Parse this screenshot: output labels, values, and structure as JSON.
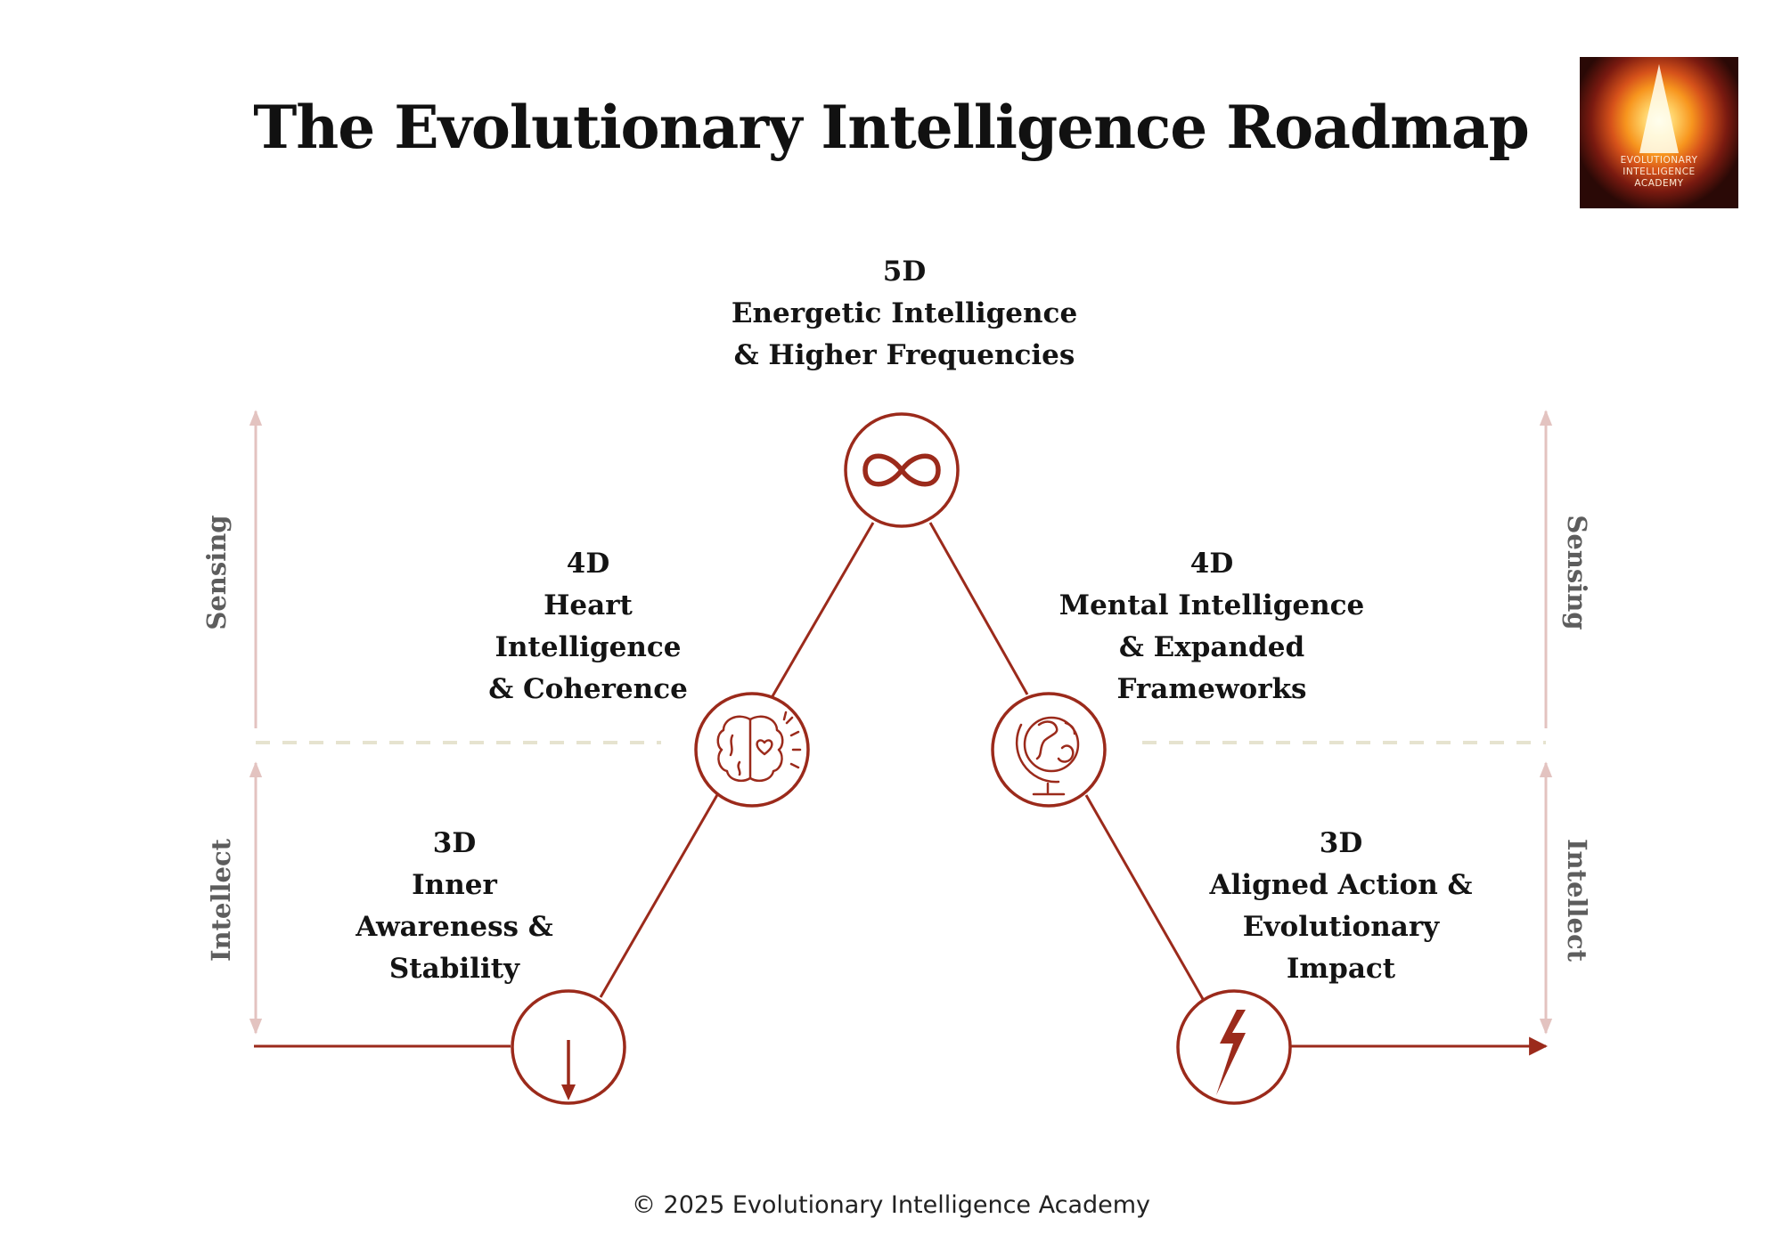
{
  "title": "The Evolutionary Intelligence Roadmap",
  "logo": {
    "lines": [
      "EVOLUTIONARY",
      "INTELLIGENCE",
      "ACADEMY"
    ]
  },
  "colors": {
    "primary": "#9b2a1b",
    "axis": "#e3c3c0",
    "divider": "#e6e3cf",
    "text": "#141414",
    "side_text": "#5d5d5d"
  },
  "nodes": {
    "top": {
      "level": "5D",
      "lines": [
        "Energetic Intelligence",
        "& Higher Frequencies"
      ],
      "icon": "infinity-icon"
    },
    "heart": {
      "level": "4D",
      "lines": [
        "Heart",
        "Intelligence",
        "& Coherence"
      ],
      "icon": "brain-heart-icon"
    },
    "mental": {
      "level": "4D",
      "lines": [
        "Mental Intelligence",
        "& Expanded",
        "Frameworks"
      ],
      "icon": "globe-icon"
    },
    "inner": {
      "level": "3D",
      "lines": [
        "Inner",
        "Awareness &",
        "Stability"
      ],
      "icon": "arrow-down-icon"
    },
    "action": {
      "level": "3D",
      "lines": [
        "Aligned Action &",
        "Evolutionary",
        "Impact"
      ],
      "icon": "lightning-icon"
    }
  },
  "axes": {
    "upper": "Sensing",
    "lower": "Intellect"
  },
  "footer": "© 2025 Evolutionary Intelligence Academy"
}
